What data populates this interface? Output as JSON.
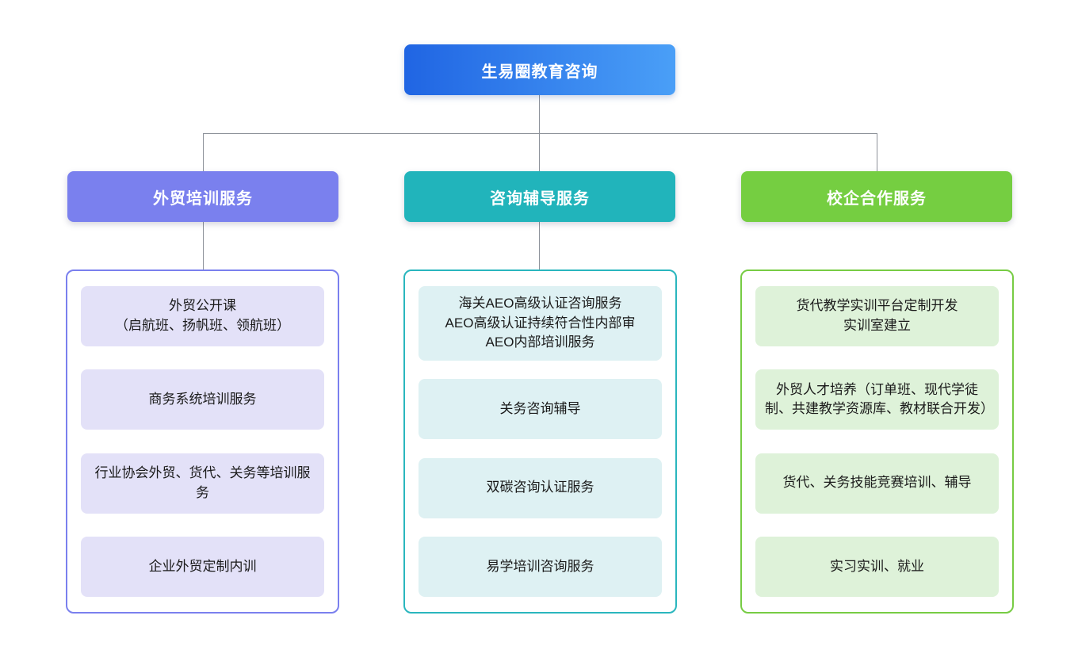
{
  "diagram": {
    "root": {
      "label": "生易圈教育咨询"
    },
    "branches": [
      {
        "label": "外贸培训服务",
        "items": [
          {
            "text": "外贸公开课\n（启航班、扬帆班、领航班）"
          },
          {
            "text": "商务系统培训服务"
          },
          {
            "text": "行业协会外贸、货代、关务等培训服务"
          },
          {
            "text": "企业外贸定制内训"
          }
        ]
      },
      {
        "label": "咨询辅导服务",
        "items": [
          {
            "text": "海关AEO高级认证咨询服务\nAEO高级认证持续符合性内部审\nAEO内部培训服务"
          },
          {
            "text": "关务咨询辅导"
          },
          {
            "text": "双碳咨询认证服务"
          },
          {
            "text": "易学培训咨询服务"
          }
        ]
      },
      {
        "label": "校企合作服务",
        "items": [
          {
            "text": "货代教学实训平台定制开发\n实训室建立"
          },
          {
            "text": "外贸人才培养（订单班、现代学徒制、共建教学资源库、教材联合开发）"
          },
          {
            "text": "货代、关务技能竞赛培训、辅导"
          },
          {
            "text": "实习实训、就业"
          }
        ]
      }
    ],
    "colors": {
      "root_gradient_from": "#2065e3",
      "root_gradient_to": "#4a9ff7",
      "branch1_accent": "#7a80ee",
      "branch1_item_bg": "#e3e1f8",
      "branch2_accent": "#21b4bb",
      "branch2_item_bg": "#def1f3",
      "branch3_accent": "#75ce41",
      "branch3_item_bg": "#def2d9",
      "connector": "#8d929a"
    }
  }
}
